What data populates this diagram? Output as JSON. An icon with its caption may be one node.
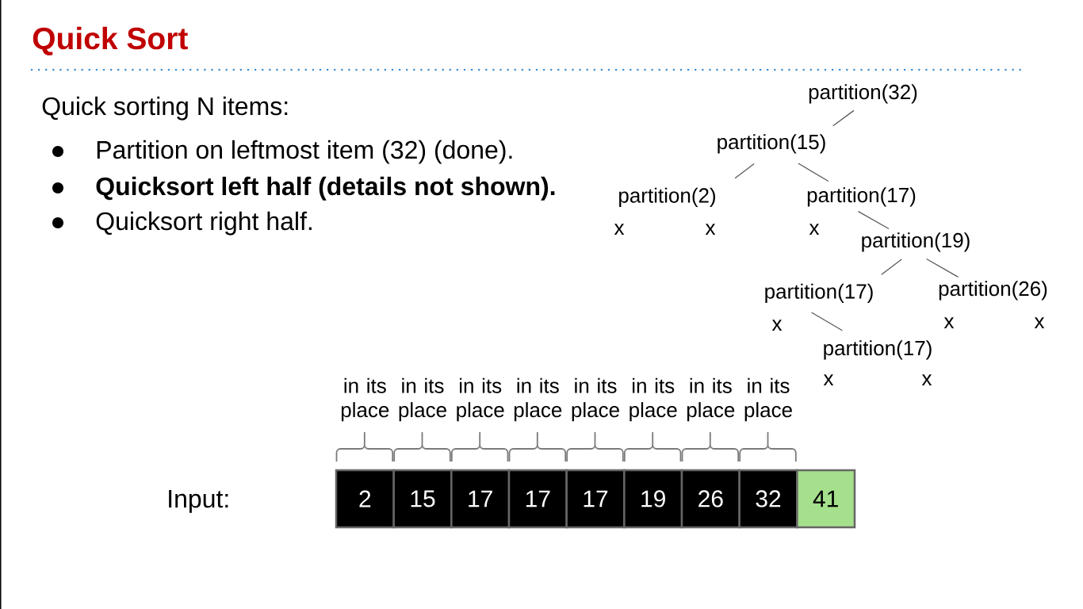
{
  "diagram": {
    "title": "Quick Sort",
    "nodes": [
      {
        "text": [
          "partition(32)"
        ]
      },
      {
        "text": [
          "partition(15)"
        ]
      },
      {
        "text": [
          "partition(2)"
        ],
        "beside": [
          "x",
          "x"
        ]
      },
      {
        "text": [
          "partition(17)"
        ],
        "beside": [
          "x"
        ]
      },
      {
        "text": [
          "partition(19)"
        ]
      },
      {
        "text": [
          "partition(17)"
        ],
        "beside": [
          "x"
        ]
      },
      {
        "text": [
          "partition(26)"
        ],
        "beside": [
          "x",
          "x"
        ]
      },
      {
        "text": [
          "partition(17)"
        ],
        "beside": [
          "x",
          "x"
        ]
      },
      {
        "text": [
          "2"
        ]
      },
      {
        "text": [
          "15"
        ]
      },
      {
        "text": [
          "17"
        ]
      },
      {
        "text": [
          "17"
        ]
      },
      {
        "text": [
          "17"
        ]
      },
      {
        "text": [
          "19"
        ]
      },
      {
        "text": [
          "26"
        ]
      },
      {
        "text": [
          "32"
        ]
      },
      {
        "text": [
          "41"
        ]
      }
    ],
    "edges": [
      {
        "from": 0,
        "to": 1,
        "arrow": "none"
      },
      {
        "from": 1,
        "to": 2,
        "arrow": "none"
      },
      {
        "from": 1,
        "to": 3,
        "arrow": "none"
      },
      {
        "from": 3,
        "to": 4,
        "arrow": "none"
      },
      {
        "from": 4,
        "to": 5,
        "arrow": "none"
      },
      {
        "from": 4,
        "to": 6,
        "arrow": "none"
      },
      {
        "from": 5,
        "to": 7,
        "arrow": "none"
      }
    ],
    "labels": [
      "Quick sorting N items:",
      "Partition on leftmost item (32) (done).",
      "Quicksort left half (details not shown).",
      "Quicksort right half.",
      "in its place",
      "in its place",
      "in its place",
      "in its place",
      "in its place",
      "in its place",
      "in its place",
      "in its place",
      "Input:"
    ]
  }
}
